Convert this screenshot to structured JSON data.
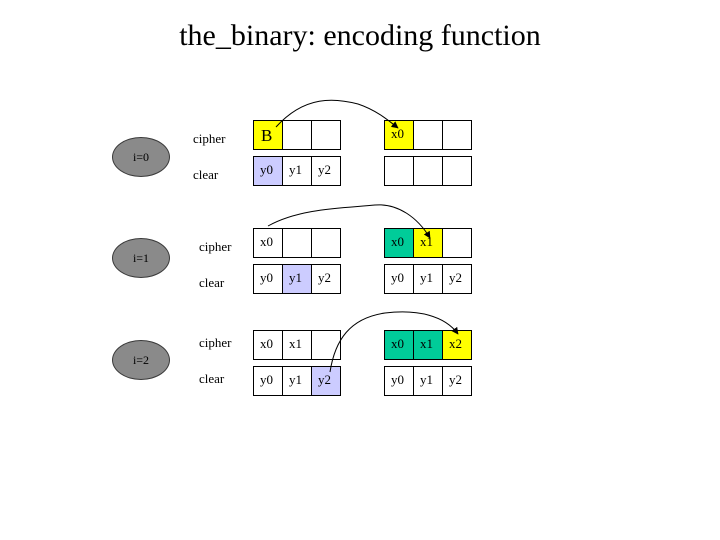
{
  "title": "the_binary: encoding function",
  "steps": [
    {
      "index_label": "i=0",
      "cipher_label": "cipher",
      "clear_label": "clear",
      "left_cipher": [
        "B",
        "",
        ""
      ],
      "left_clear": [
        "y0",
        "y1",
        "y2"
      ],
      "right_cipher": [
        "x0",
        "",
        ""
      ],
      "right_clear": [
        "",
        "",
        ""
      ]
    },
    {
      "index_label": "i=1",
      "cipher_label": "cipher",
      "clear_label": "clear",
      "left_cipher": [
        "x0",
        "",
        ""
      ],
      "left_clear": [
        "y0",
        "y1",
        "y2"
      ],
      "right_cipher": [
        "x0",
        "x1",
        ""
      ],
      "right_clear": [
        "y0",
        "y1",
        "y2"
      ]
    },
    {
      "index_label": "i=2",
      "cipher_label": "cipher",
      "clear_label": "clear",
      "left_cipher": [
        "x0",
        "x1",
        ""
      ],
      "left_clear": [
        "y0",
        "y1",
        "y2"
      ],
      "right_cipher": [
        "x0",
        "x1",
        "x2"
      ],
      "right_clear": [
        "y0",
        "y1",
        "y2"
      ]
    }
  ],
  "colors": {
    "new_cipher": "#ffff00",
    "current_clear": "#ccccff",
    "previous_cipher": "#00cc99",
    "oval": "#8a8a8a"
  }
}
